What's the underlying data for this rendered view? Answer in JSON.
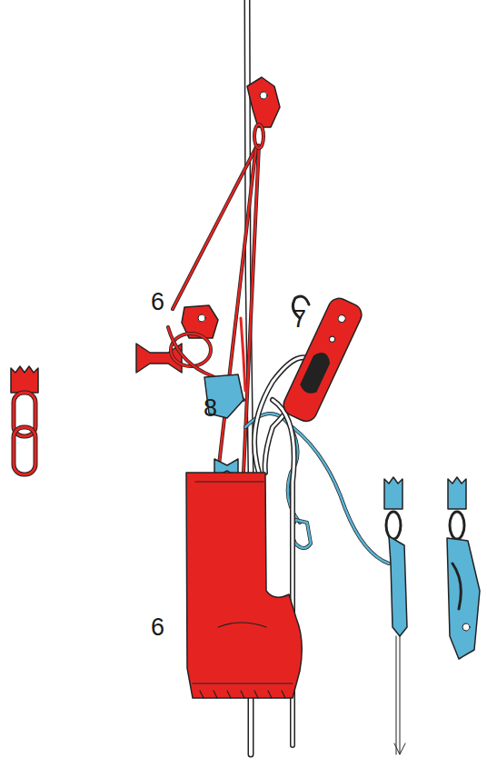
{
  "diagram": {
    "labels": [
      "6",
      "7",
      "8",
      "6"
    ]
  }
}
